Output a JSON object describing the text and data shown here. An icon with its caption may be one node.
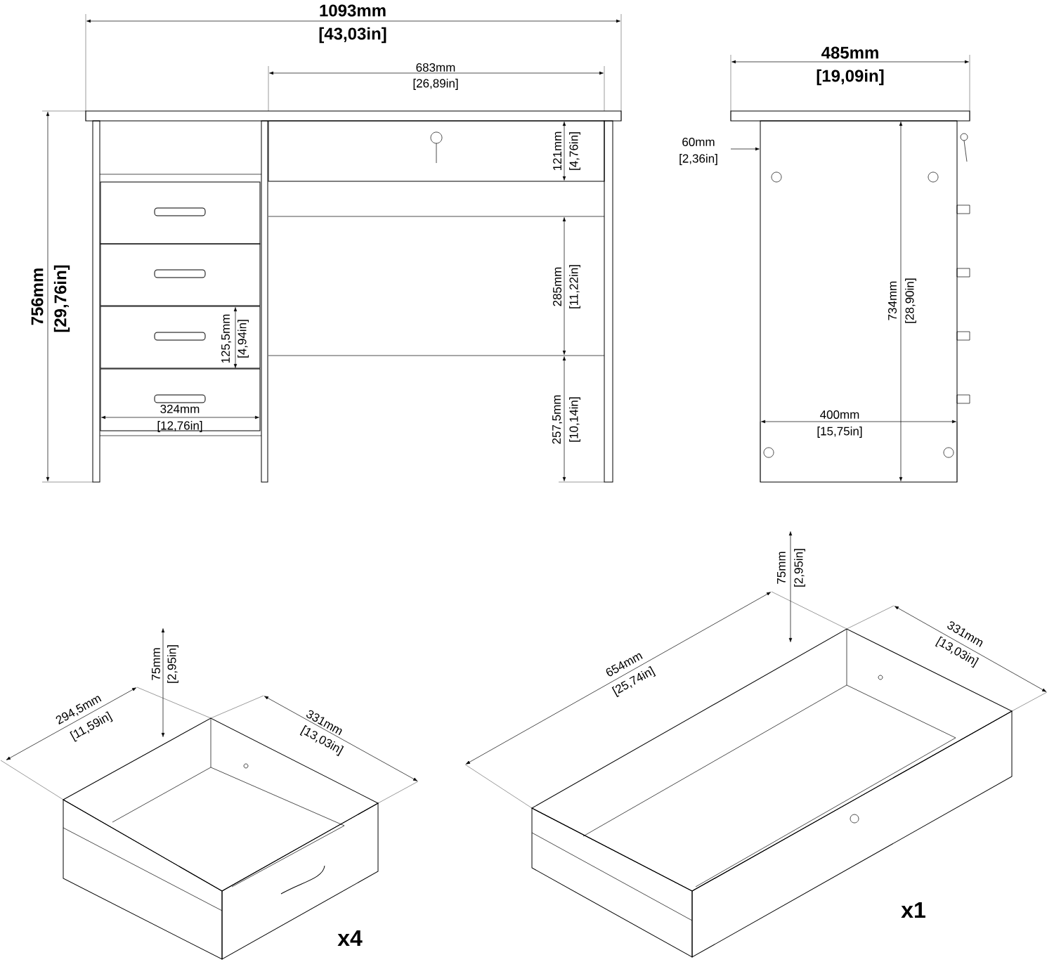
{
  "diagram": {
    "labels": [
      "1093mm",
      "[43,03in]",
      "683mm",
      "[26,89in]",
      "485mm",
      "[19,09in]",
      "60mm",
      "[2,36in]",
      "121mm",
      "[4,76in]",
      "756mm",
      "[29,76in]",
      "285mm",
      "[11,22in]",
      "734mm",
      "[28,90in]",
      "125,5mm",
      "[4,94in]",
      "324mm",
      "[12,76in]",
      "257,5mm",
      "[10,14in]",
      "400mm",
      "[15,75in]",
      "75mm",
      "[2,95in]",
      "75mm",
      "[2,95in]",
      "654mm",
      "[25,74in]",
      "331mm",
      "[13,03in]",
      "294,5mm",
      "[11,59in]",
      "331mm",
      "[13,03in]",
      "x1",
      "x4"
    ]
  }
}
